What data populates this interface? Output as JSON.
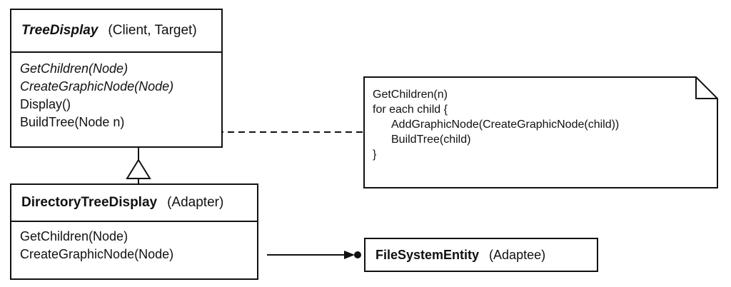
{
  "tree_display": {
    "name": "TreeDisplay",
    "stereotype": "(Client, Target)",
    "operations": [
      {
        "text": "GetChildren(Node)",
        "italic": true
      },
      {
        "text": "CreateGraphicNode(Node)",
        "italic": true
      },
      {
        "text": "Display()",
        "italic": false
      },
      {
        "text": "BuildTree(Node n)",
        "italic": false
      }
    ]
  },
  "directory_tree_display": {
    "name": "DirectoryTreeDisplay",
    "stereotype": "(Adapter)",
    "operations": [
      {
        "text": "GetChildren(Node)",
        "italic": false
      },
      {
        "text": "CreateGraphicNode(Node)",
        "italic": false
      }
    ]
  },
  "note": {
    "lines": [
      "GetChildren(n)",
      "for each child {",
      "AddGraphicNode(CreateGraphicNode(child))",
      "BuildTree(child)",
      "}"
    ]
  },
  "file_system_entity": {
    "name": "FileSystemEntity",
    "stereotype": "(Adaptee)"
  }
}
